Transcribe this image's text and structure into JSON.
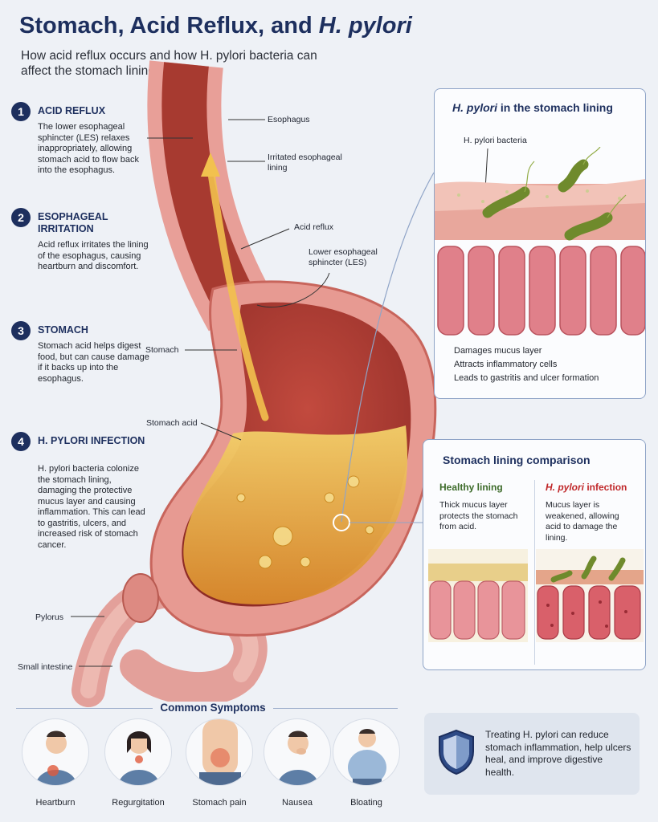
{
  "header": {
    "title_main": "Stomach, Acid Reflux, and ",
    "title_italic": "H. pylori",
    "subtitle": "How acid reflux occurs and how H. pylori bacteria can affect the stomach lining."
  },
  "steps": [
    {
      "num": "1",
      "heading": "ACID REFLUX",
      "body": "The lower esophageal sphincter (LES) relaxes inappropriately, allowing stomach acid to flow back into the esophagus."
    },
    {
      "num": "2",
      "heading": "ESOPHAGEAL IRRITATION",
      "body": "Acid reflux irritates the lining of the esophagus, causing heartburn and discomfort."
    },
    {
      "num": "3",
      "heading": "STOMACH",
      "body": "Stomach acid helps digest food, but can cause damage if it backs up into the esophagus."
    },
    {
      "num": "4",
      "heading": "H. PYLORI INFECTION",
      "body": "H. pylori bacteria colonize the stomach lining, damaging the protective mucus layer and causing inflammation. This can lead to gastritis, ulcers, and increased risk of stomach cancer."
    }
  ],
  "labels": {
    "esophagus": "Esophagus",
    "irritated_lining": "Irritated esophageal lining",
    "acid_reflux": "Acid reflux",
    "les": "Lower esophageal sphincter (LES)",
    "stomach": "Stomach",
    "stomach_acid": "Stomach acid",
    "pylorus": "Pylorus",
    "small_intestine": "Small intestine"
  },
  "hpylori_panel": {
    "title_italic": "H. pylori",
    "title_rest": " in the stomach lining",
    "bacteria_label": "H. pylori bacteria",
    "effects": [
      "Damages mucus layer",
      "Attracts inflammatory cells",
      "Leads to gastritis and ulcer formation"
    ]
  },
  "comparison_panel": {
    "title": "Stomach lining comparison",
    "healthy_heading": "Healthy lining",
    "healthy_text": "Thick mucus layer protects the stomach from acid.",
    "infection_heading_italic": "H. pylori",
    "infection_heading_rest": " infection",
    "infection_text": "Mucus layer is weakened, allowing acid to damage the lining."
  },
  "symptoms": {
    "title": "Common Symptoms",
    "items": [
      "Heartburn",
      "Regurgitation",
      "Stomach pain",
      "Nausea",
      "Bloating"
    ]
  },
  "callout": {
    "text": "Treating H. pylori can reduce stomach inflammation, help ulcers heal, and improve digestive health.",
    "icon": "shield-icon"
  },
  "colors": {
    "title_navy": "#1d2f5e",
    "healthy_green": "#3d6b2a",
    "infection_red": "#c0282a",
    "tissue_pink": "#e38f8f",
    "acid_yellow": "#e9b83f"
  }
}
